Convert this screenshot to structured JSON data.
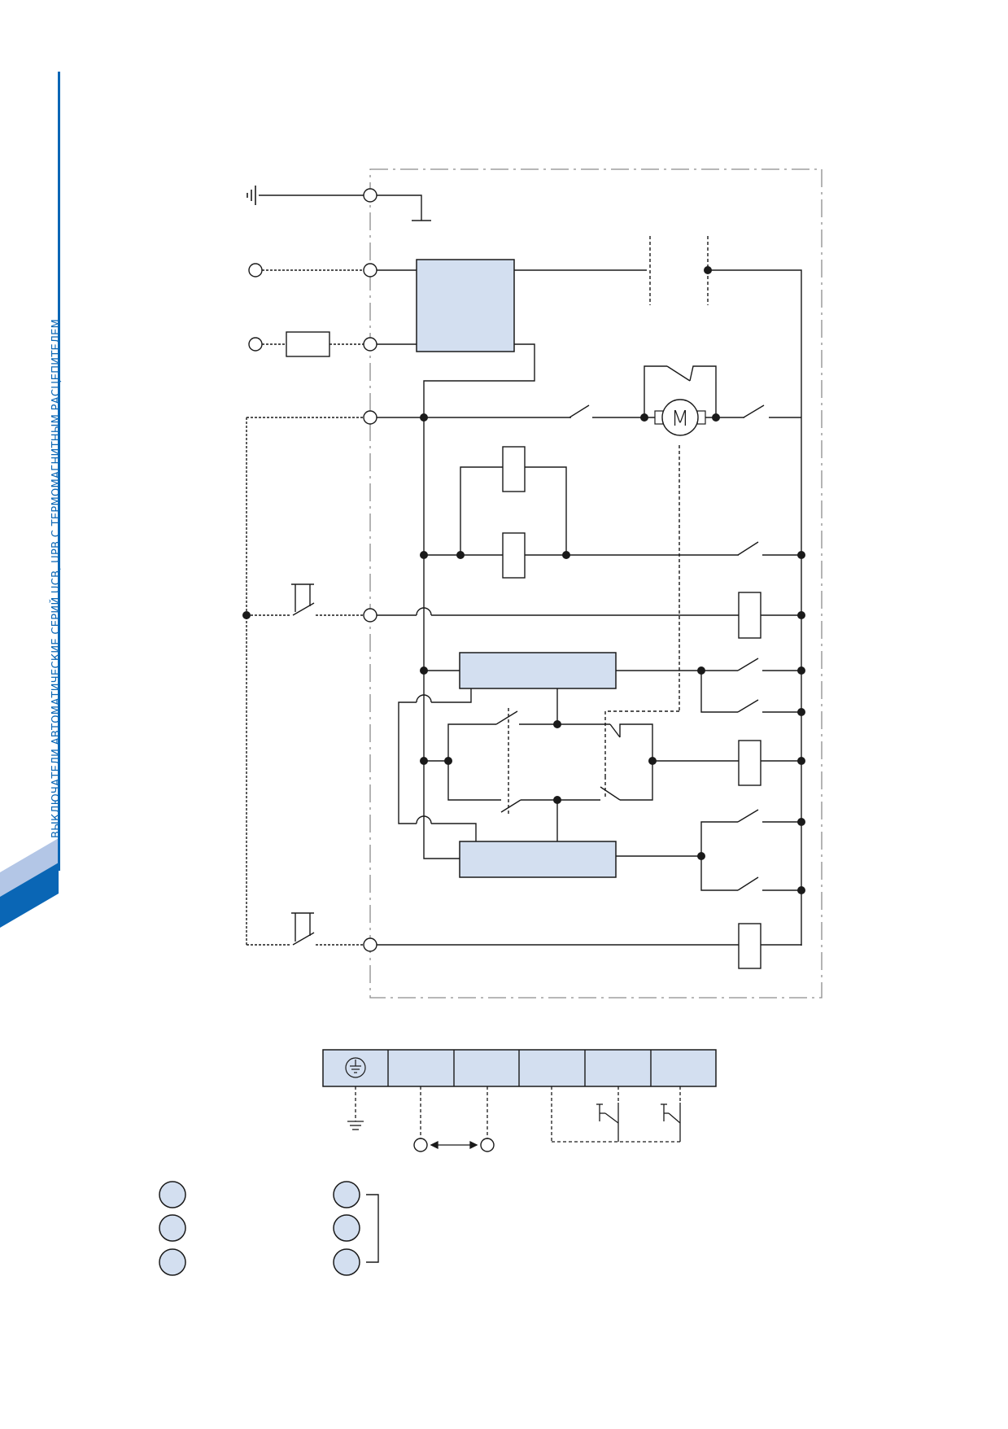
{
  "side_title": "ВЫКЛЮЧАТЕЛИ АВТОМАТИЧЕСКИЕ СЕРИЙ UCB, UPB С ТЕРМОМАГНИТНЫМ РАСЦЕПИТЕЛЕМ",
  "motor_label": "M",
  "colors": {
    "brand_blue": "#0a66b5",
    "light_blue": "#b3c6e6",
    "box_fill": "#d3dff0",
    "line": "#1a1a1a",
    "frame": "#8c8c8c"
  },
  "icons": {
    "ground": "protective-earth-icon",
    "motor": "motor-icon",
    "push_button": "push-button-icon"
  },
  "terminal_strip": {
    "cells": 6,
    "first_cell_symbol": "earth-icon"
  },
  "legend_groups": [
    {
      "circles": 3,
      "bracket": false
    },
    {
      "circles": 3,
      "bracket": true
    }
  ]
}
